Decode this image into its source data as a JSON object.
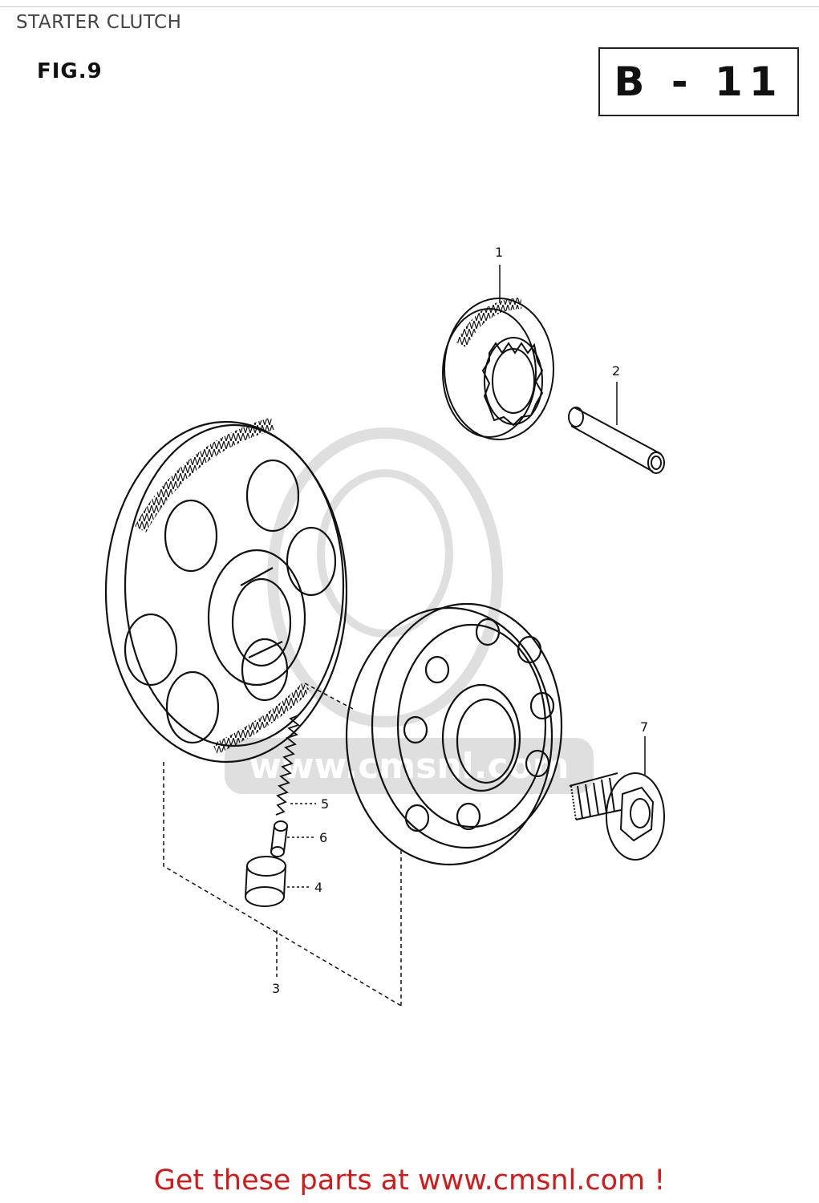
{
  "page": {
    "title": "STARTER CLUTCH"
  },
  "diagram": {
    "figure_label": "FIG.9",
    "section_code": "B - 11",
    "callouts": [
      {
        "id": "1",
        "label": "1"
      },
      {
        "id": "2",
        "label": "2"
      },
      {
        "id": "3",
        "label": "3"
      },
      {
        "id": "4",
        "label": "4"
      },
      {
        "id": "5",
        "label": "5"
      },
      {
        "id": "6",
        "label": "6"
      },
      {
        "id": "7",
        "label": "7"
      }
    ],
    "watermark": "www.cmsnl.com"
  },
  "footer": {
    "link_text": "Get these parts at www.cmsnl.com !"
  },
  "colors": {
    "link": "#d51818",
    "line": "#111111"
  }
}
